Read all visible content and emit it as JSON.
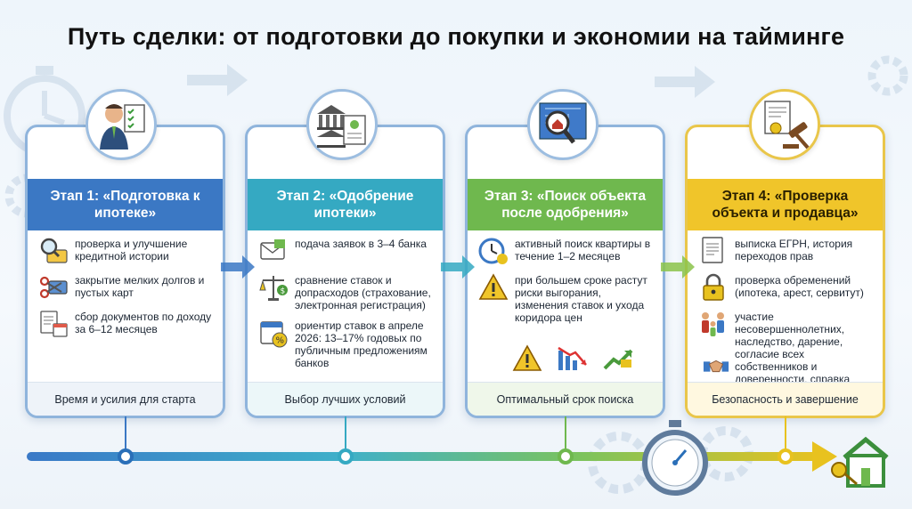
{
  "title": "Путь сделки: от подготовки до покупки и экономии на тайминге",
  "colors": {
    "stage1": "#3b78c4",
    "stage2": "#35a9c2",
    "stage3": "#6fb84e",
    "stage4": "#f0c52a"
  },
  "stages": [
    {
      "head": "Этап 1: «Подготовка к ипотеке»",
      "items": [
        {
          "icon": "magnifier-card-icon",
          "text": "проверка и улучшение кредитной истории"
        },
        {
          "icon": "scissors-card-icon",
          "text": "закрытие мелких долгов и пустых карт"
        },
        {
          "icon": "documents-calendar-icon",
          "text": "сбор документов по доходу за 6–12 месяцев"
        }
      ],
      "foot": "Время и усилия для старта"
    },
    {
      "head": "Этап 2: «Одобрение ипотеки»",
      "items": [
        {
          "icon": "envelope-icon",
          "text": "подача заявок в 3–4 банка"
        },
        {
          "icon": "scales-icon",
          "text": "сравнение ставок и допрасходов (страхование, электронная регистрация)"
        },
        {
          "icon": "calendar-percent-icon",
          "text": "ориентир ставок в апреле 2026: 13–17% годовых по публичным предложениям банков"
        }
      ],
      "foot": "Выбор лучших условий"
    },
    {
      "head": "Этап 3: «Поиск объекта после одобрения»",
      "items": [
        {
          "icon": "clock-icon",
          "text": "активный поиск квартиры в течение 1–2 месяцев"
        },
        {
          "icon": "warning-icon",
          "text": "при большем сроке растут риски выгорания, изменения ставок и ухода коридора цен"
        }
      ],
      "foot": "Оптимальный срок поиска"
    },
    {
      "head": "Этап 4: «Проверка объекта и продавца»",
      "items": [
        {
          "icon": "document-icon",
          "text": "выписка ЕГРН, история переходов прав"
        },
        {
          "icon": "lock-icon",
          "text": "проверка обременений (ипотека, арест, сервитут)"
        },
        {
          "icon": "family-icon",
          "text": "участие несовершеннолетних, наследство, дарение, согласие всех собственников и доверенности, справка"
        },
        {
          "icon": "handshake-icon",
          "text": ""
        }
      ],
      "foot": "Безопасность и завершение"
    }
  ]
}
